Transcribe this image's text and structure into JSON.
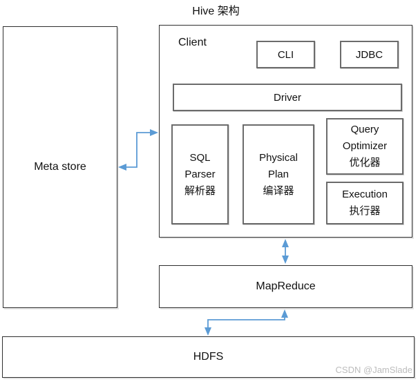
{
  "title": "Hive 架构",
  "colors": {
    "arrow": "#5b9bd5",
    "watermark": "#bcbcbc",
    "outer_border": "#2e2e2e",
    "inner_border": "#6b6b6b"
  },
  "diagram": {
    "meta_store": {
      "label": "Meta store"
    },
    "client": {
      "label": "Client",
      "cli": {
        "label": "CLI"
      },
      "jdbc": {
        "label": "JDBC"
      },
      "driver": {
        "label": "Driver"
      },
      "sql_parser": {
        "label": "SQL\nParser\n解析器"
      },
      "physical_plan": {
        "label": "Physical\nPlan\n编译器"
      },
      "query_optimizer": {
        "label": "Query\nOptimizer\n优化器"
      },
      "execution": {
        "label": "Execution\n执行器"
      }
    },
    "mapreduce": {
      "label": "MapReduce"
    },
    "hdfs": {
      "label": "HDFS"
    },
    "connectors": [
      {
        "name": "meta-store-client",
        "type": "step",
        "bidirectional": true
      },
      {
        "name": "client-mapreduce",
        "type": "straight-vertical",
        "bidirectional": true
      },
      {
        "name": "mapreduce-hdfs",
        "type": "step",
        "bidirectional": true
      }
    ]
  },
  "watermark": "CSDN @JamSlade"
}
